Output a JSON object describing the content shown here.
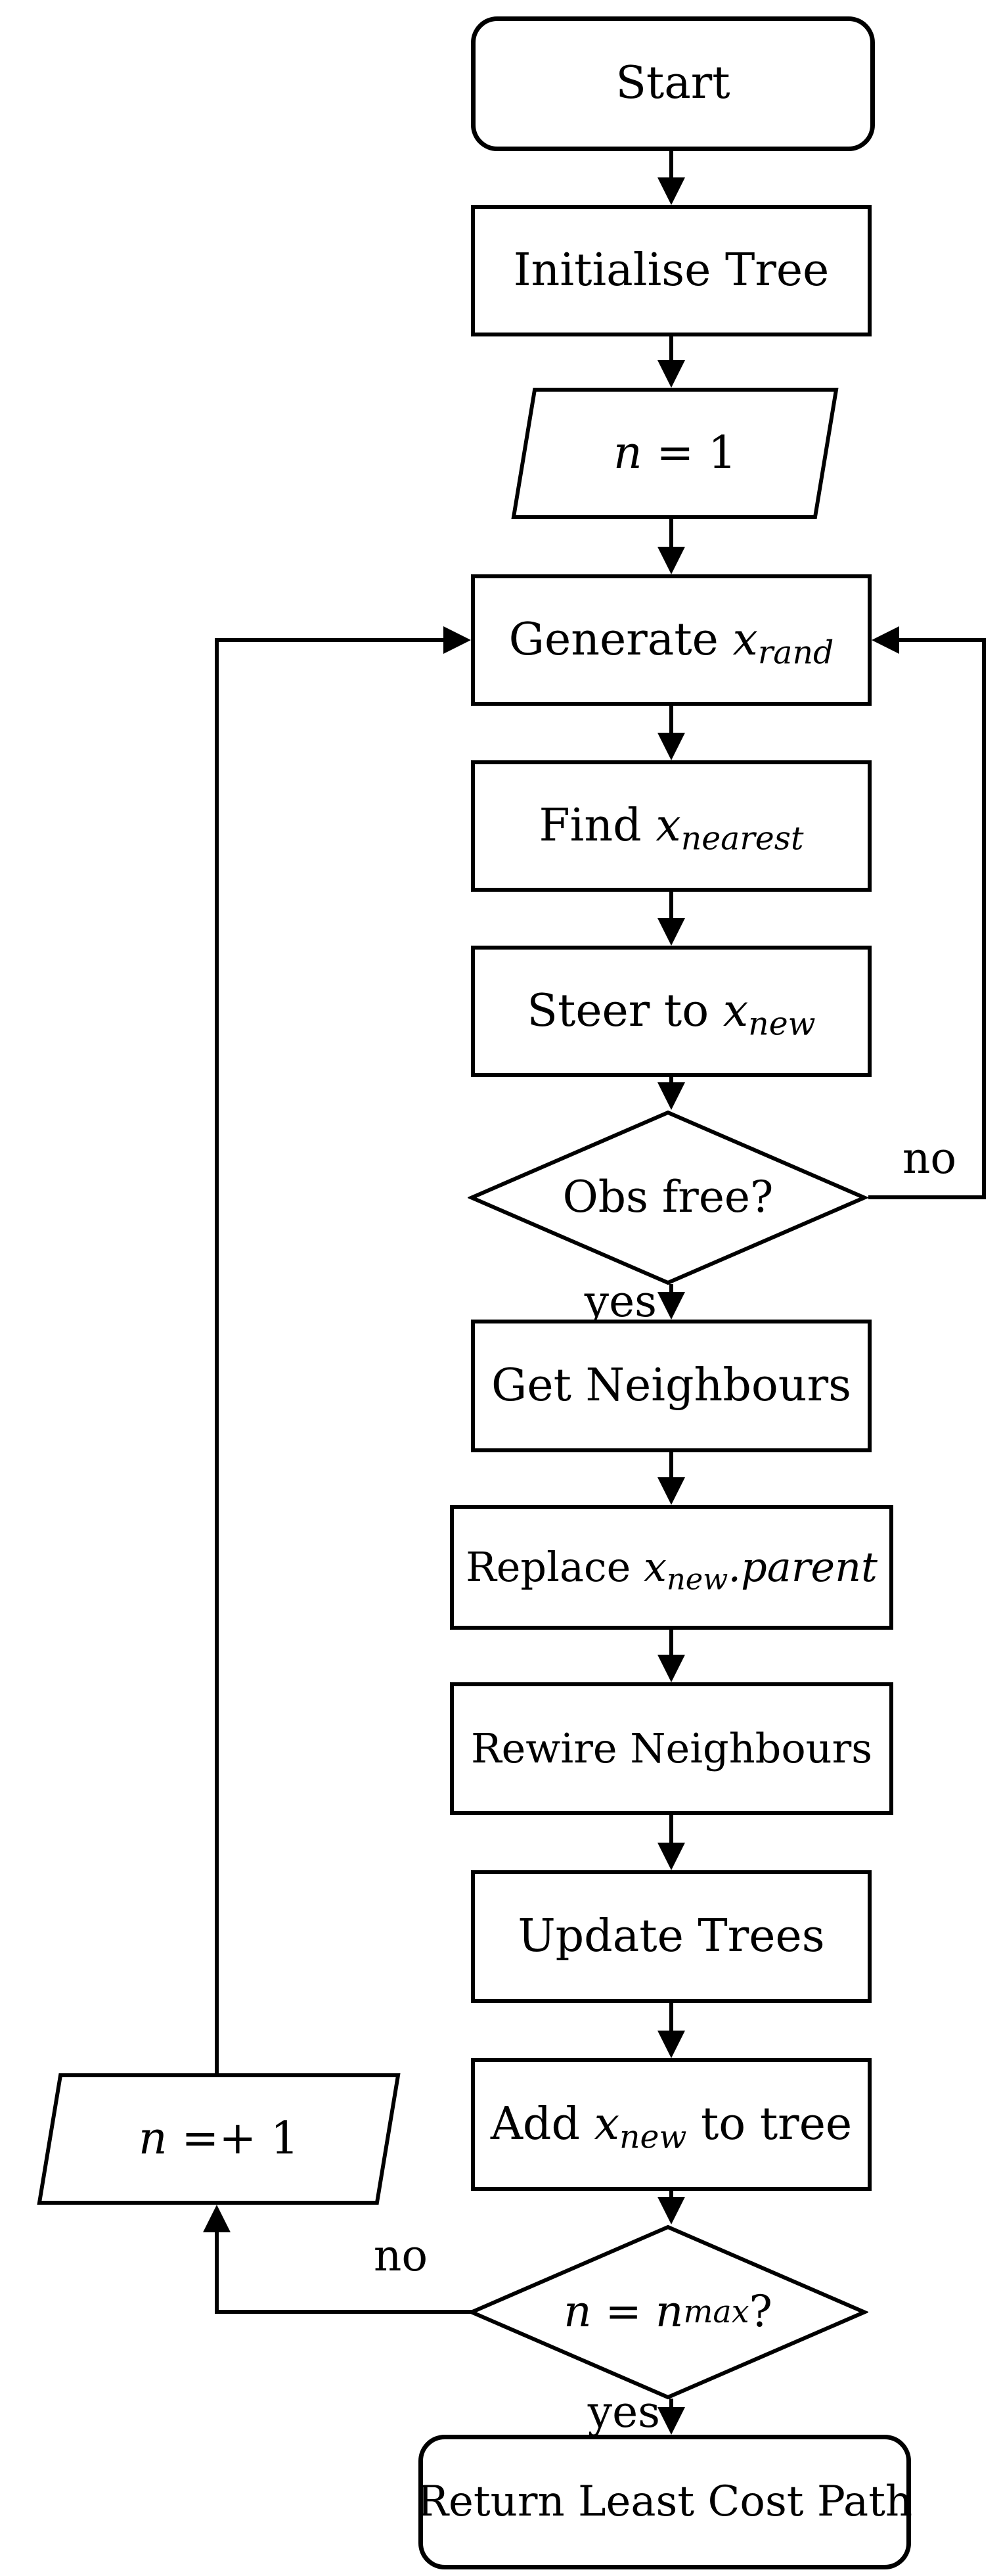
{
  "nodes": {
    "start": {
      "label": "Start"
    },
    "initialise": {
      "label": "Initialise Tree"
    },
    "n_init": {
      "lhs": "n",
      "rest": " = 1"
    },
    "generate": {
      "prefix": "Generate ",
      "var": "x",
      "sub": "rand"
    },
    "find": {
      "prefix": "Find ",
      "var": "x",
      "sub": "nearest"
    },
    "steer": {
      "prefix": "Steer to ",
      "var": "x",
      "sub": "new"
    },
    "obs_free": {
      "label": "Obs free?"
    },
    "get_neighbours": {
      "label": "Get Neighbours"
    },
    "replace_parent": {
      "prefix": "Replace ",
      "var": "x",
      "sub": "new",
      "suffix_italic": ".parent"
    },
    "rewire": {
      "label": "Rewire Neighbours"
    },
    "update_trees": {
      "label": "Update Trees"
    },
    "add_to_tree": {
      "prefix": "Add ",
      "var": "x",
      "sub": "new",
      "suffix": " to tree"
    },
    "n_check": {
      "lhs": "n",
      "eq": " = ",
      "rhs": "n",
      "sub": "max",
      "q": "?"
    },
    "n_increment": {
      "lhs": "n",
      "rest": " =+ 1"
    },
    "return_path": {
      "label": "Return Least Cost Path"
    }
  },
  "edges": {
    "obs_no": "no",
    "obs_yes": "yes",
    "nmax_no": "no",
    "nmax_yes": "yes"
  },
  "colors": {
    "line": "#000000",
    "node_fill": "#ffffff",
    "background": "#ffffff"
  }
}
